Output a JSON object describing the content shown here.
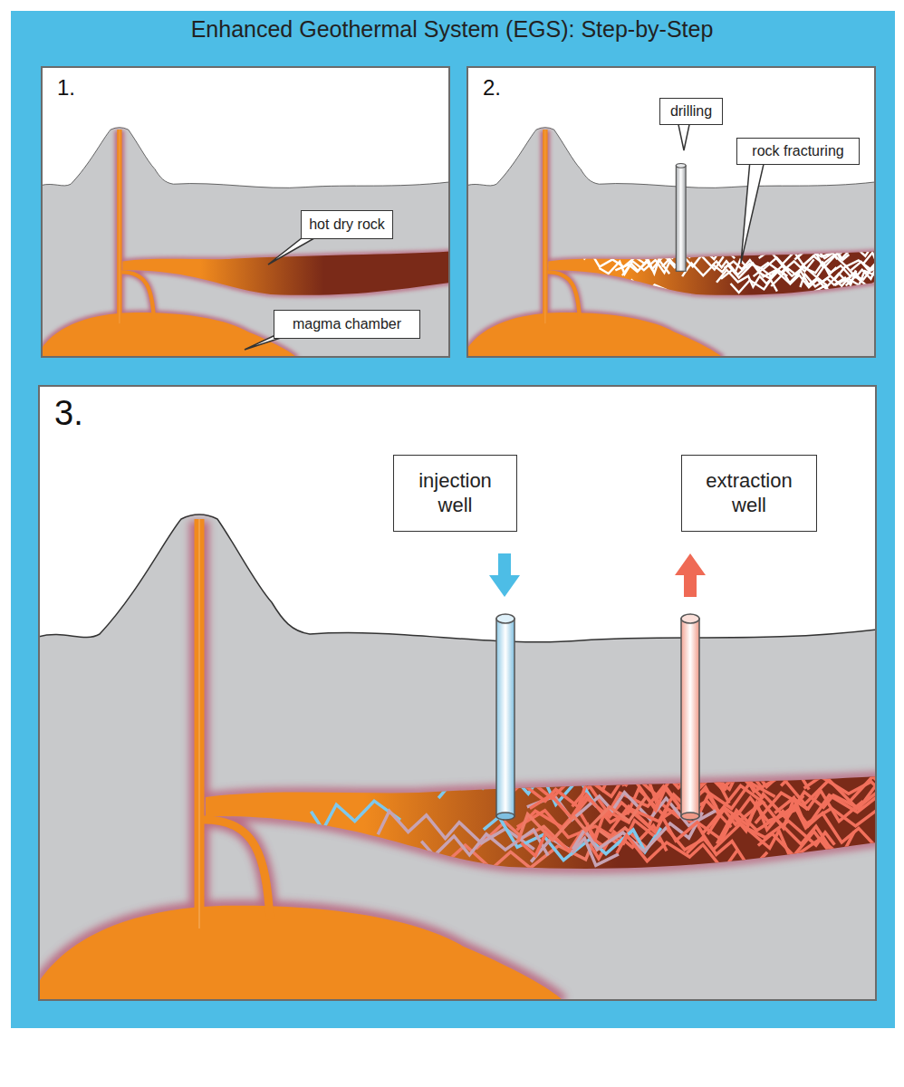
{
  "diagram": {
    "title": "Enhanced Geothermal System (EGS): Step-by-Step",
    "nodes": [
      {
        "text": [
          "1."
        ]
      },
      {
        "text": [
          "hot dry rock"
        ],
        "in": 0
      },
      {
        "text": [
          "magma chamber"
        ],
        "in": 0
      },
      {
        "text": [
          "2."
        ]
      },
      {
        "text": [
          "drilling"
        ],
        "in": 3
      },
      {
        "text": [
          "rock fracturing"
        ],
        "in": 3
      },
      {
        "text": [
          "3."
        ]
      },
      {
        "text": [
          "injection well"
        ],
        "in": 6
      },
      {
        "text": [
          "extraction well"
        ],
        "in": 6
      }
    ]
  }
}
